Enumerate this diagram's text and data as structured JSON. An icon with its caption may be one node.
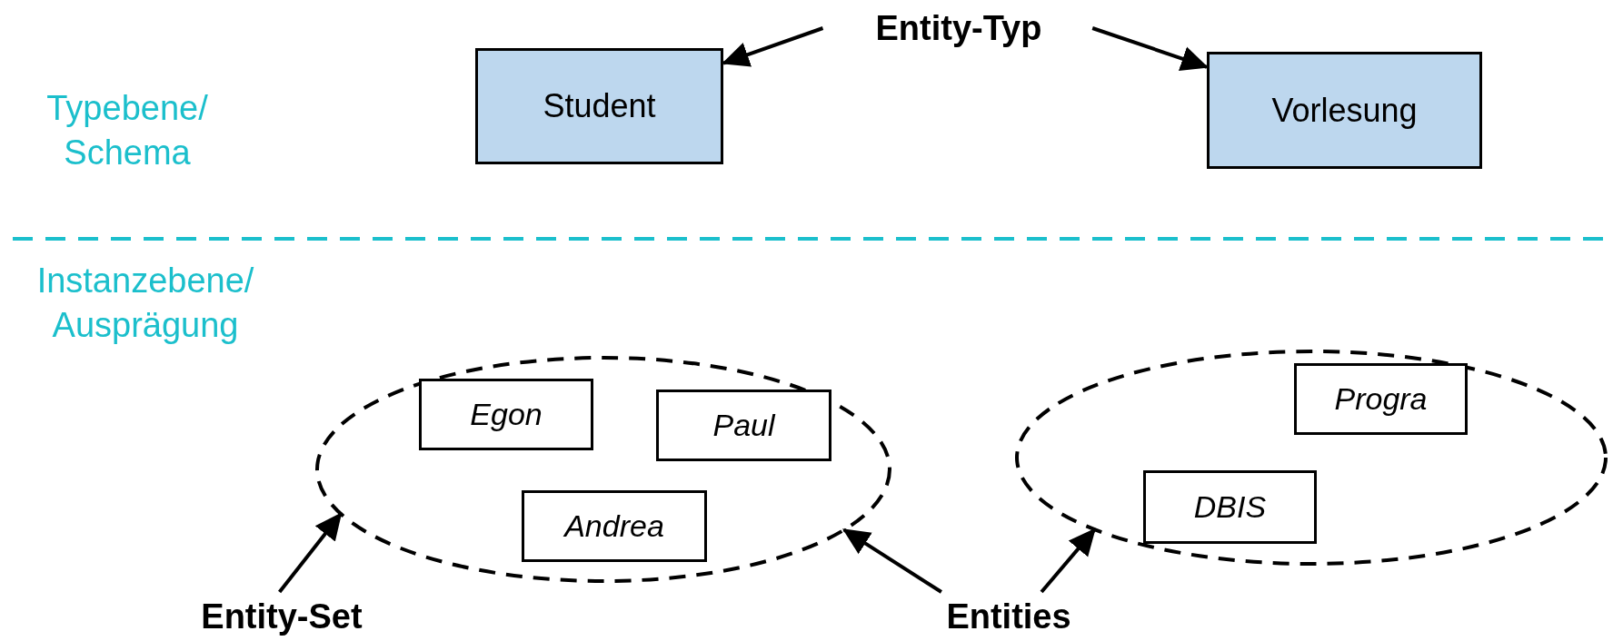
{
  "diagram": {
    "nodes": [
      {
        "text": [
          "Entity-Typ"
        ]
      },
      {
        "text": [
          "Student"
        ]
      },
      {
        "text": [
          "Vorlesung"
        ]
      },
      {
        "text": [],
        "shape": "ellipse"
      },
      {
        "text": [
          "Egon"
        ],
        "in": 3
      },
      {
        "text": [
          "Paul"
        ],
        "in": 3
      },
      {
        "text": [
          "Andrea"
        ],
        "in": 3
      },
      {
        "text": [],
        "shape": "ellipse"
      },
      {
        "text": [
          "Progra"
        ],
        "in": 7
      },
      {
        "text": [
          "DBIS"
        ],
        "in": 7
      },
      {
        "text": [
          "Entity-Set"
        ]
      },
      {
        "text": [
          "Entities"
        ]
      }
    ],
    "edges": [
      {
        "from": 0,
        "to": 1,
        "arrow": "to"
      },
      {
        "from": 0,
        "to": 2,
        "arrow": "to"
      },
      {
        "from": 10,
        "to": 3,
        "arrow": "to"
      },
      {
        "from": 11,
        "to": 3,
        "arrow": "to"
      },
      {
        "from": 11,
        "to": 7,
        "arrow": "to"
      }
    ],
    "labels": [
      "Typebene/ Schema",
      "Instanzebene/ Ausprägung"
    ]
  }
}
